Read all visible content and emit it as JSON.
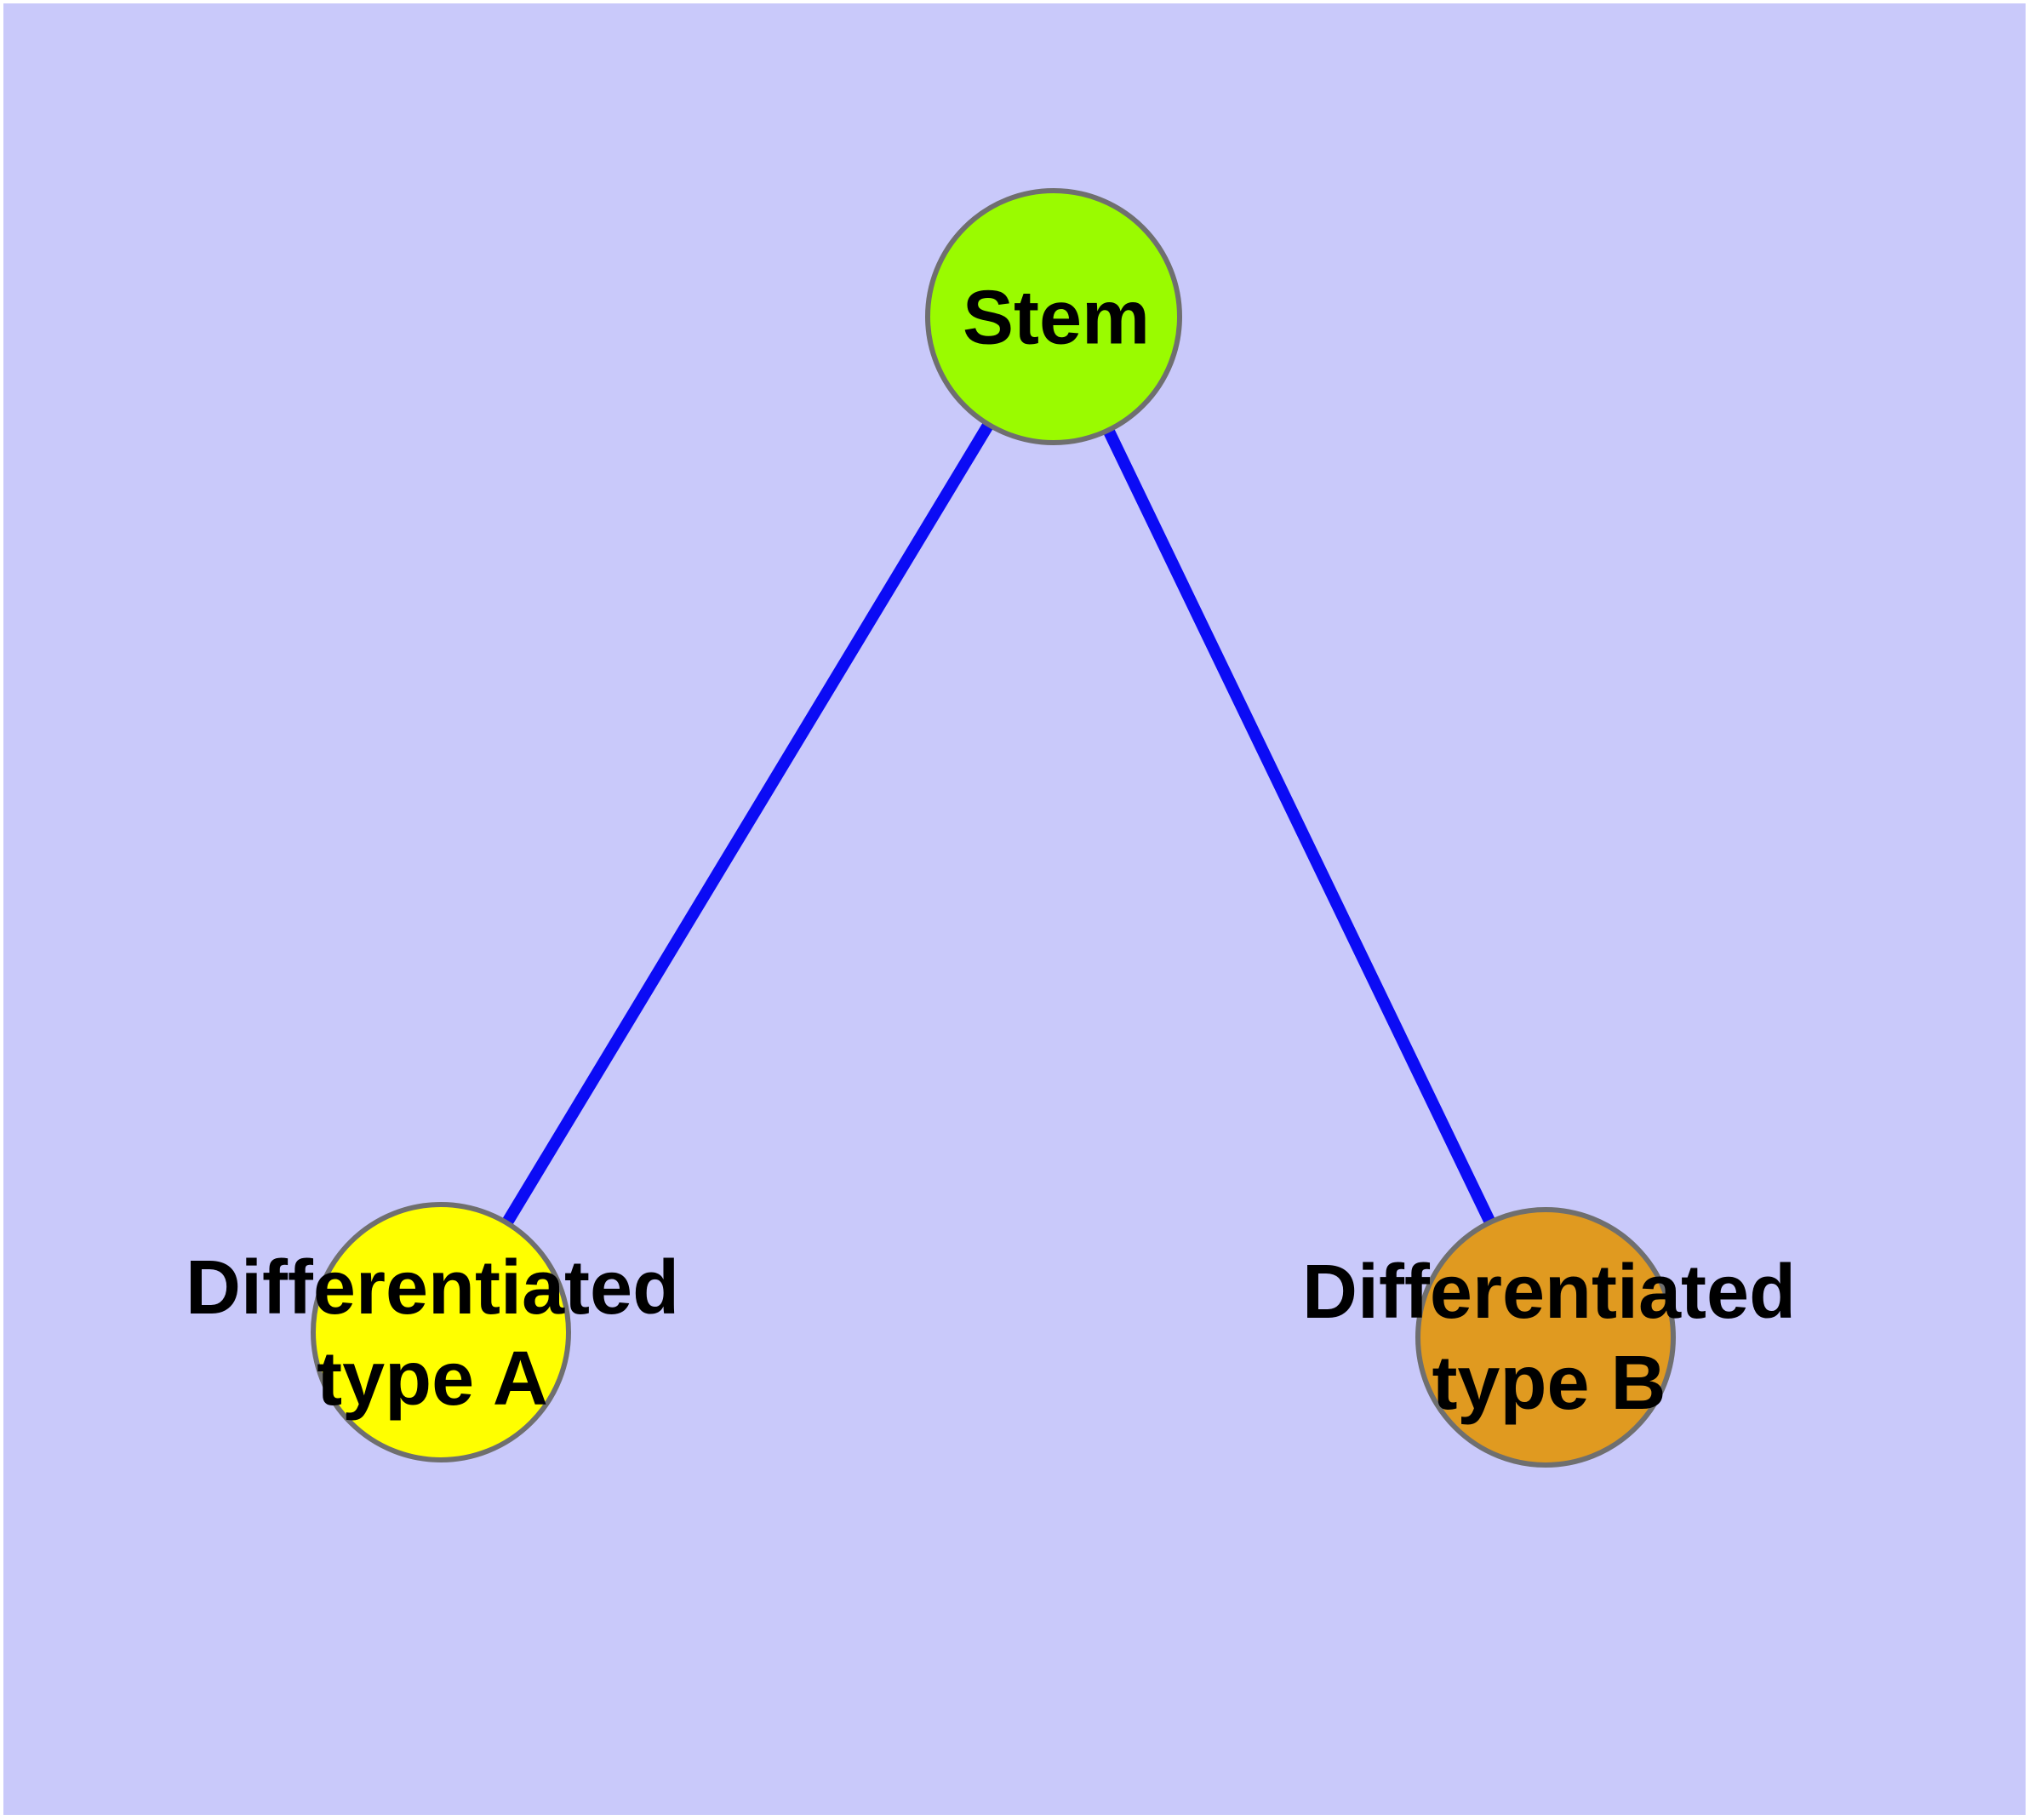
{
  "canvas": {
    "page_background": "#ffffff",
    "background": "#c9c9fa"
  },
  "diagram": {
    "edge_color": "#0b0bf5",
    "node_border_color": "#6f6f6f",
    "text_color": "#000000",
    "nodes": [
      {
        "id": "stem",
        "label_line1": "Stem",
        "label_line2": "",
        "fill": "#9afb00"
      },
      {
        "id": "diff-a",
        "label_line1": "Differentiated",
        "label_line2": "type A",
        "fill": "#ffff00"
      },
      {
        "id": "diff-b",
        "label_line1": "Differentiated",
        "label_line2": "type B",
        "fill": "#e09a20"
      }
    ],
    "edges": [
      {
        "from": "Stem",
        "to": "Differentiated type A"
      },
      {
        "from": "Stem",
        "to": "Differentiated type B"
      }
    ]
  }
}
